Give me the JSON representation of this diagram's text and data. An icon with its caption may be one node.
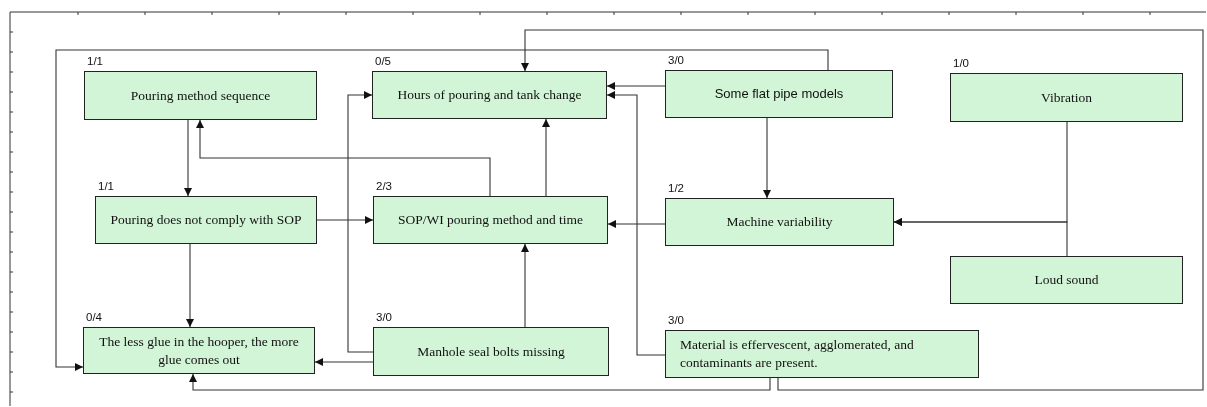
{
  "diagram": {
    "nodes": [
      {
        "text": [
          "Pouring method sequence"
        ],
        "beside": [
          "1/1"
        ]
      },
      {
        "text": [
          "Hours of pouring and tank change"
        ],
        "beside": [
          "0/5"
        ]
      },
      {
        "text": [
          "Some flat pipe models"
        ],
        "beside": [
          "3/0"
        ]
      },
      {
        "text": [
          "Vibration"
        ],
        "beside": [
          "1/0"
        ]
      },
      {
        "text": [
          "Pouring does not comply with SOP"
        ],
        "beside": [
          "1/1"
        ]
      },
      {
        "text": [
          "SOP/WI pouring method and time"
        ],
        "beside": [
          "2/3"
        ]
      },
      {
        "text": [
          "Machine variability"
        ],
        "beside": [
          "1/2"
        ]
      },
      {
        "text": [
          "Loud sound"
        ]
      },
      {
        "text": [
          "The less glue in the hooper, the more glue comes out"
        ],
        "beside": [
          "0/4"
        ]
      },
      {
        "text": [
          "Manhole seal bolts missing"
        ],
        "beside": [
          "3/0"
        ]
      },
      {
        "text": [
          "Material is effervescent, agglomerated, and contaminants are present."
        ],
        "beside": [
          "3/0"
        ]
      }
    ],
    "edges": [
      {
        "from": 0,
        "to": 4,
        "arrow": "to"
      },
      {
        "from": 4,
        "to": 8,
        "arrow": "to"
      },
      {
        "from": 4,
        "to": 5,
        "arrow": "to"
      },
      {
        "from": 5,
        "to": 1,
        "arrow": "to"
      },
      {
        "from": 5,
        "to": 0,
        "arrow": "to"
      },
      {
        "from": 2,
        "to": 1,
        "arrow": "to"
      },
      {
        "from": 10,
        "to": 1,
        "arrow": "to"
      },
      {
        "from": 2,
        "to": 6,
        "arrow": "to"
      },
      {
        "from": 6,
        "to": 5,
        "arrow": "to"
      },
      {
        "from": 3,
        "to": 6,
        "arrow": "to"
      },
      {
        "from": 7,
        "to": 6,
        "arrow": "to"
      },
      {
        "from": 9,
        "to": 5,
        "arrow": "to"
      },
      {
        "from": 9,
        "to": 8,
        "arrow": "to"
      },
      {
        "from": 9,
        "to": 1,
        "arrow": "to"
      },
      {
        "from": 10,
        "to": 8,
        "arrow": "to"
      },
      {
        "from": 10,
        "to": 1,
        "arrow": "to"
      },
      {
        "from": 2,
        "to": 8,
        "arrow": "to"
      }
    ]
  }
}
